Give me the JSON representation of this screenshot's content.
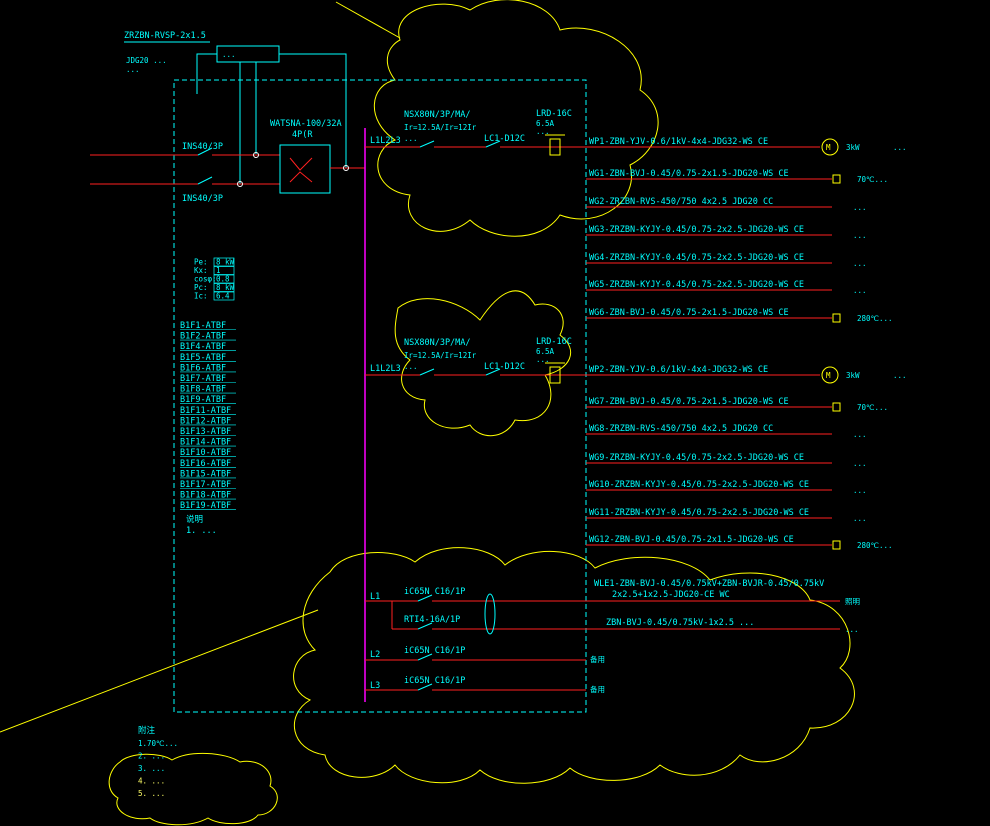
{
  "colors": {
    "background": "#000000",
    "wire": "#ff2020",
    "frame": "#00ffff",
    "bus": "#ff00ff",
    "cloud": "#ffff00",
    "text": "#00ffff",
    "note": "#ffff66"
  },
  "incoming": {
    "cable_spec": "ZRZBN-RVSP-2x1.5",
    "cable_note1": "JDG20 ...",
    "cable_note2": "...",
    "box_label": "...",
    "breaker_top": "INS40/3P",
    "breaker_bottom": "INS40/3P",
    "ats_model": "WATSNA-100/32A",
    "ats_poles": "4P(R"
  },
  "params": [
    {
      "label": "Pe:",
      "value": "8 kW"
    },
    {
      "label": "Kx:",
      "value": "1"
    },
    {
      "label": "cosφ:",
      "value": "0.8"
    },
    {
      "label": "Pc:",
      "value": "8 kW"
    },
    {
      "label": "Ic:",
      "value": "6.4"
    }
  ],
  "atbf_list": [
    "B1F1-ATBF",
    "B1F2-ATBF",
    "B1F4-ATBF",
    "B1F5-ATBF",
    "B1F6-ATBF",
    "B1F7-ATBF",
    "B1F8-ATBF",
    "B1F9-ATBF",
    "B1F11-ATBF",
    "B1F12-ATBF",
    "B1F13-ATBF",
    "B1F14-ATBF",
    "B1F10-ATBF",
    "B1F16-ATBF",
    "B1F15-ATBF",
    "B1F17-ATBF",
    "B1F18-ATBF",
    "B1F19-ATBF"
  ],
  "explain_title": "说明",
  "explain_line": "1. ...",
  "group1": {
    "phase": "L1L2L3",
    "breaker": "NSX80N/3P/MA/",
    "breaker_rating": "Ir=12.5A/Ir=12Ir",
    "breaker_note": "...",
    "contactor": "LC1-D12C",
    "relay": "LRD-16C",
    "relay_rating": "6.5A",
    "relay_note": "..."
  },
  "group2": {
    "phase": "L1L2L3",
    "breaker": "NSX80N/3P/MA/",
    "breaker_rating": "Ir=12.5A/Ir=12Ir",
    "breaker_note": "...",
    "contactor": "LC1-D12C",
    "relay": "LRD-16C",
    "relay_rating": "6.5A",
    "relay_note": "..."
  },
  "circuits": [
    {
      "id": "WP1",
      "label": "WP1-ZBN-YJV-0.6/1kV-4x4-JDG32-WS CE",
      "end": "motor",
      "end_label": "3kW",
      "desc": "..."
    },
    {
      "id": "WG1",
      "label": "WG1-ZBN-BVJ-0.45/0.75-2x1.5-JDG20-WS CE",
      "end": "valve",
      "end_label": "70℃...",
      "desc": ""
    },
    {
      "id": "WG2",
      "label": "WG2-ZRZBN-RVS-450/750 4x2.5 JDG20 CC",
      "end": "text",
      "end_label": "",
      "desc": "..."
    },
    {
      "id": "WG3",
      "label": "WG3-ZRZBN-KYJY-0.45/0.75-2x2.5-JDG20-WS CE",
      "end": "text",
      "end_label": "",
      "desc": "..."
    },
    {
      "id": "WG4",
      "label": "WG4-ZRZBN-KYJY-0.45/0.75-2x2.5-JDG20-WS CE",
      "end": "text",
      "end_label": "",
      "desc": "..."
    },
    {
      "id": "WG5",
      "label": "WG5-ZRZBN-KYJY-0.45/0.75-2x2.5-JDG20-WS CE",
      "end": "text",
      "end_label": "",
      "desc": "..."
    },
    {
      "id": "WG6",
      "label": "WG6-ZBN-BVJ-0.45/0.75-2x1.5-JDG20-WS CE",
      "end": "valve",
      "end_label": "280℃...",
      "desc": ""
    },
    {
      "id": "WP2",
      "label": "WP2-ZBN-YJV-0.6/1kV-4x4-JDG32-WS CE",
      "end": "motor",
      "end_label": "3kW",
      "desc": "..."
    },
    {
      "id": "WG7",
      "label": "WG7-ZBN-BVJ-0.45/0.75-2x1.5-JDG20-WS CE",
      "end": "valve",
      "end_label": "70℃...",
      "desc": ""
    },
    {
      "id": "WG8",
      "label": "WG8-ZRZBN-RVS-450/750 4x2.5 JDG20 CC",
      "end": "text",
      "end_label": "",
      "desc": "..."
    },
    {
      "id": "WG9",
      "label": "WG9-ZRZBN-KYJY-0.45/0.75-2x2.5-JDG20-WS CE",
      "end": "text",
      "end_label": "",
      "desc": "..."
    },
    {
      "id": "WG10",
      "label": "WG10-ZRZBN-KYJY-0.45/0.75-2x2.5-JDG20-WS CE",
      "end": "text",
      "end_label": "",
      "desc": "..."
    },
    {
      "id": "WG11",
      "label": "WG11-ZRZBN-KYJY-0.45/0.75-2x2.5-JDG20-WS CE",
      "end": "text",
      "end_label": "",
      "desc": "..."
    },
    {
      "id": "WG12",
      "label": "WG12-ZBN-BVJ-0.45/0.75-2x1.5-JDG20-WS CE",
      "end": "valve",
      "end_label": "280℃...",
      "desc": ""
    }
  ],
  "lighting": {
    "l1_label": "L1",
    "l1_breaker": "iC65N C16/1P",
    "l1_rcd": "RTI4-16A/1P",
    "l1_cable_1": "WLE1-ZBN-BVJ-0.45/0.75kV+ZBN-BVJR-0.45/0.75kV",
    "l1_cable_2": "2x2.5+1x2.5-JDG20-CE WC",
    "l1_cable_3": "ZBN-BVJ-0.45/0.75kV-1x2.5 ...",
    "l1_desc_1": "照明",
    "l1_desc_2": "...",
    "l2_label": "L2",
    "l2_breaker": "iC65N C16/1P",
    "l2_desc": "备用",
    "l3_label": "L3",
    "l3_breaker": "iC65N C16/1P",
    "l3_desc": "备用"
  },
  "notes": {
    "title": "附注",
    "lines": [
      "1.70℃...",
      "2. ...",
      "3. ...",
      "4. ...",
      "5. ..."
    ]
  }
}
